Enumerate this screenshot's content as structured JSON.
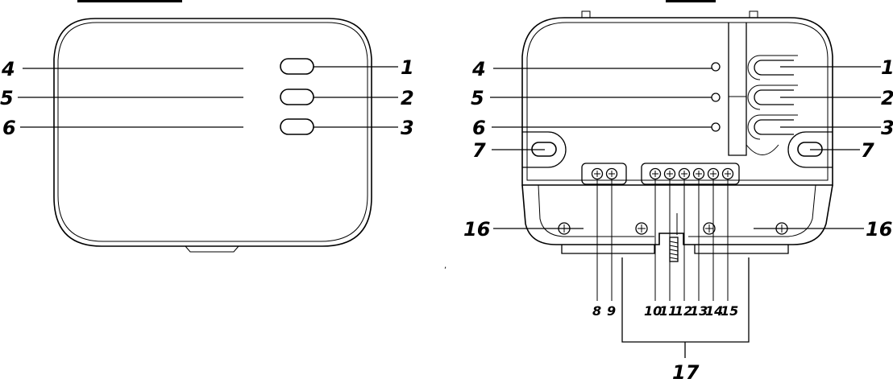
{
  "front_view": {
    "callouts": [
      "1",
      "2",
      "3",
      "4",
      "5",
      "6"
    ]
  },
  "back_view": {
    "callouts_left": [
      "4",
      "5",
      "6",
      "7",
      "16"
    ],
    "callouts_right": [
      "1",
      "2",
      "3",
      "7",
      "16"
    ],
    "terminal_callouts": [
      "8",
      "9",
      "10",
      "11",
      "12",
      "13",
      "14",
      "15"
    ],
    "bottom_callout": "17"
  },
  "stray_mark": ","
}
